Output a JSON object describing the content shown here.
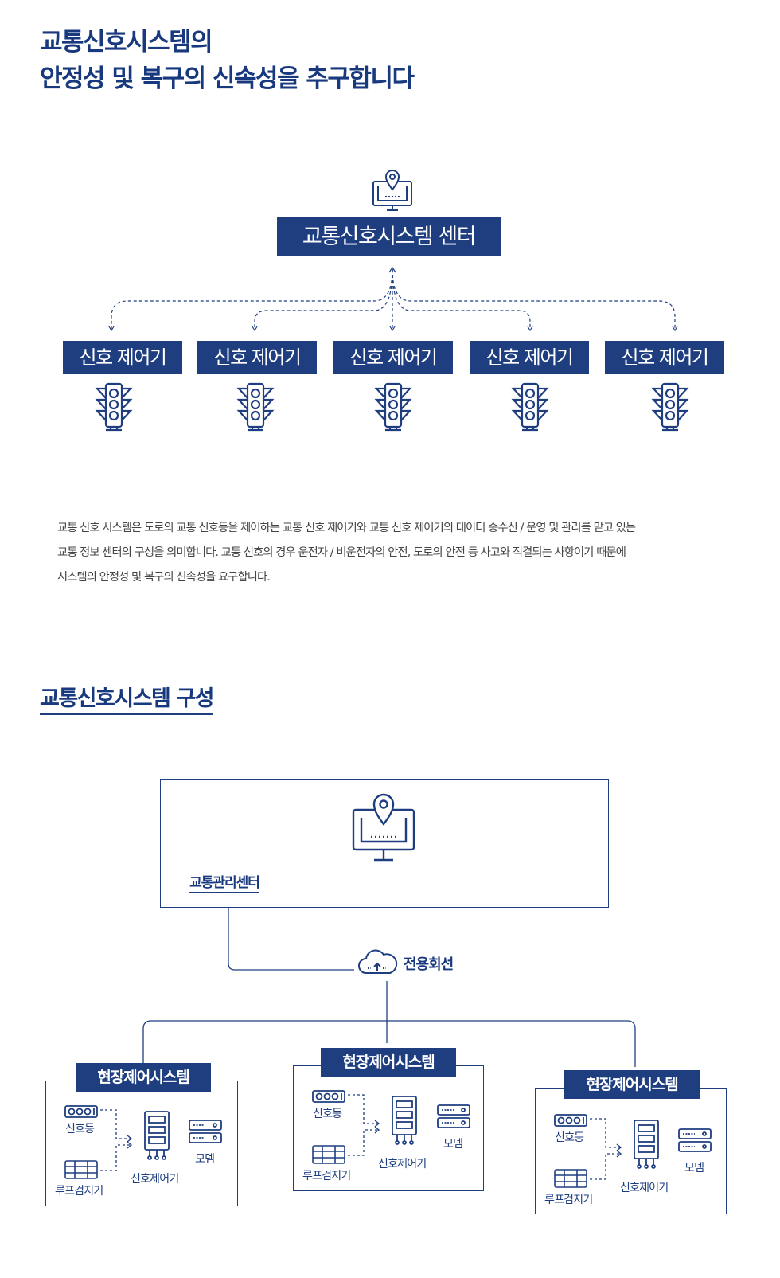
{
  "headline": {
    "line1": "교통신호시스템의",
    "line2": "안정성 및 복구의 신속성을 추구합니다"
  },
  "diagram1": {
    "center": "교통신호시스템 센터",
    "controllers": [
      "신호 제어기",
      "신호 제어기",
      "신호 제어기",
      "신호 제어기",
      "신호 제어기"
    ]
  },
  "description": {
    "line1": "교통 신호 시스템은 도로의 교통 신호등을 제어하는 교통 신호 제어기와 교통 신호 제어기의 데이터 송수신 / 운영 및 관리를 맡고 있는",
    "line2": "교통 정보 센터의 구성을 의미합니다. 교통 신호의 경우 운전자 / 비운전자의 안전, 도로의 안전 등 사고와 직결되는 사항이기 때문에",
    "line3": "시스템의 안정성 및 복구의 신속성을 요구합니다."
  },
  "section": {
    "title": "교통신호시스템 구성",
    "management_center": "교통관리센터",
    "dedicated_line": "전용회선",
    "field_systems": [
      {
        "title": "현장제어시스템",
        "signal": "신호등",
        "loop": "루프검지기",
        "controller": "신호제어기",
        "modem": "모뎀"
      },
      {
        "title": "현장제어시스템",
        "signal": "신호등",
        "loop": "루프검지기",
        "controller": "신호제어기",
        "modem": "모뎀"
      },
      {
        "title": "현장제어시스템",
        "signal": "신호등",
        "loop": "루프검지기",
        "controller": "신호제어기",
        "modem": "모뎀"
      }
    ]
  },
  "colors": {
    "navy": "#1f3e80",
    "text": "#444444"
  },
  "icons": [
    "monitor-pin-icon",
    "traffic-light-icon",
    "cloud-icon",
    "server-icon",
    "modem-icon",
    "signal-light-icon",
    "loop-detector-icon"
  ]
}
